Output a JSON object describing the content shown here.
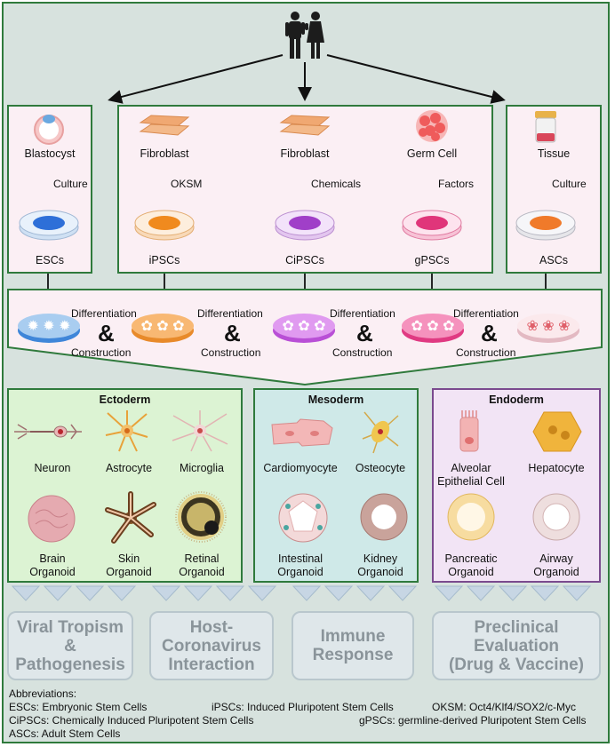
{
  "sources": {
    "blastocyst": "Blastocyst",
    "fibroblast1": "Fibroblast",
    "fibroblast2": "Fibroblast",
    "germcell": "Germ Cell",
    "tissue": "Tissue"
  },
  "methods": {
    "culture1": "Culture",
    "oksm": "OKSM",
    "chemicals": "Chemicals",
    "factors": "Factors",
    "culture2": "Culture"
  },
  "stemcells": {
    "escs": "ESCs",
    "ipscs": "iPSCs",
    "cipscs": "CiPSCs",
    "gpscs": "gPSCs",
    "ascs": "ASCs"
  },
  "process": {
    "differentiation": "Differentiation",
    "amp": "&",
    "construction": "Construction"
  },
  "layers": {
    "ectoderm": {
      "title": "Ectoderm",
      "items": [
        "Neuron",
        "Astrocyte",
        "Microglia",
        "Brain\nOrganoid",
        "Skin\nOrganoid",
        "Retinal\nOrganoid"
      ]
    },
    "mesoderm": {
      "title": "Mesoderm",
      "items": [
        "Cardiomyocyte",
        "Osteocyte",
        "Intestinal\nOrganoid",
        "Kidney\nOrganoid"
      ]
    },
    "endoderm": {
      "title": "Endoderm",
      "items": [
        "Alveolar\nEpithelial Cell",
        "Hepatocyte",
        "Pancreatic\nOrganoid",
        "Airway\nOrganoid"
      ]
    }
  },
  "outcomes": [
    "Viral Tropism\n&\nPathogenesis",
    "Host-\nCoronavirus\nInteraction",
    "Immune\nResponse",
    "Preclinical\nEvaluation\n(Drug & Vaccine)"
  ],
  "abbreviations": {
    "title": "Abbreviations:",
    "escs": "ESCs: Embryonic Stem Cells",
    "ipscs": "iPSCs: Induced Pluripotent Stem Cells",
    "oksm": "OKSM: Oct4/Klf4/SOX2/c-Myc",
    "cipscs": "CiPSCs: Chemically Induced Pluripotent Stem Cells",
    "gpscs": "gPSCs: germline-derived Pluripotent Stem Cells",
    "ascs": "ASCs: Adult Stem Cells"
  },
  "colors": {
    "border_green": "#2f7a3c",
    "background": "#d7e2de",
    "box_pink": "#fbeff4",
    "ectoderm_fill": "#dcf3d3",
    "mesoderm_fill": "#cfe9e8",
    "endoderm_fill": "#f2e4f5",
    "escs_dish": "#2e6fd8",
    "ipscs_dish": "#f08a1e",
    "cipscs_dish": "#a03fc8",
    "gpscs_dish": "#e0357a",
    "ascs_dish": "#f07a2a"
  },
  "icons": [
    "people-icon",
    "blastocyst-icon",
    "fibroblast-icon",
    "germ-cell-icon",
    "tissue-tube-icon",
    "petri-dish-icon",
    "neuron-icon",
    "astrocyte-icon",
    "microglia-icon",
    "organoid-icon",
    "cardiomyocyte-icon",
    "osteocyte-icon",
    "hepatocyte-icon",
    "alveolar-cell-icon"
  ]
}
